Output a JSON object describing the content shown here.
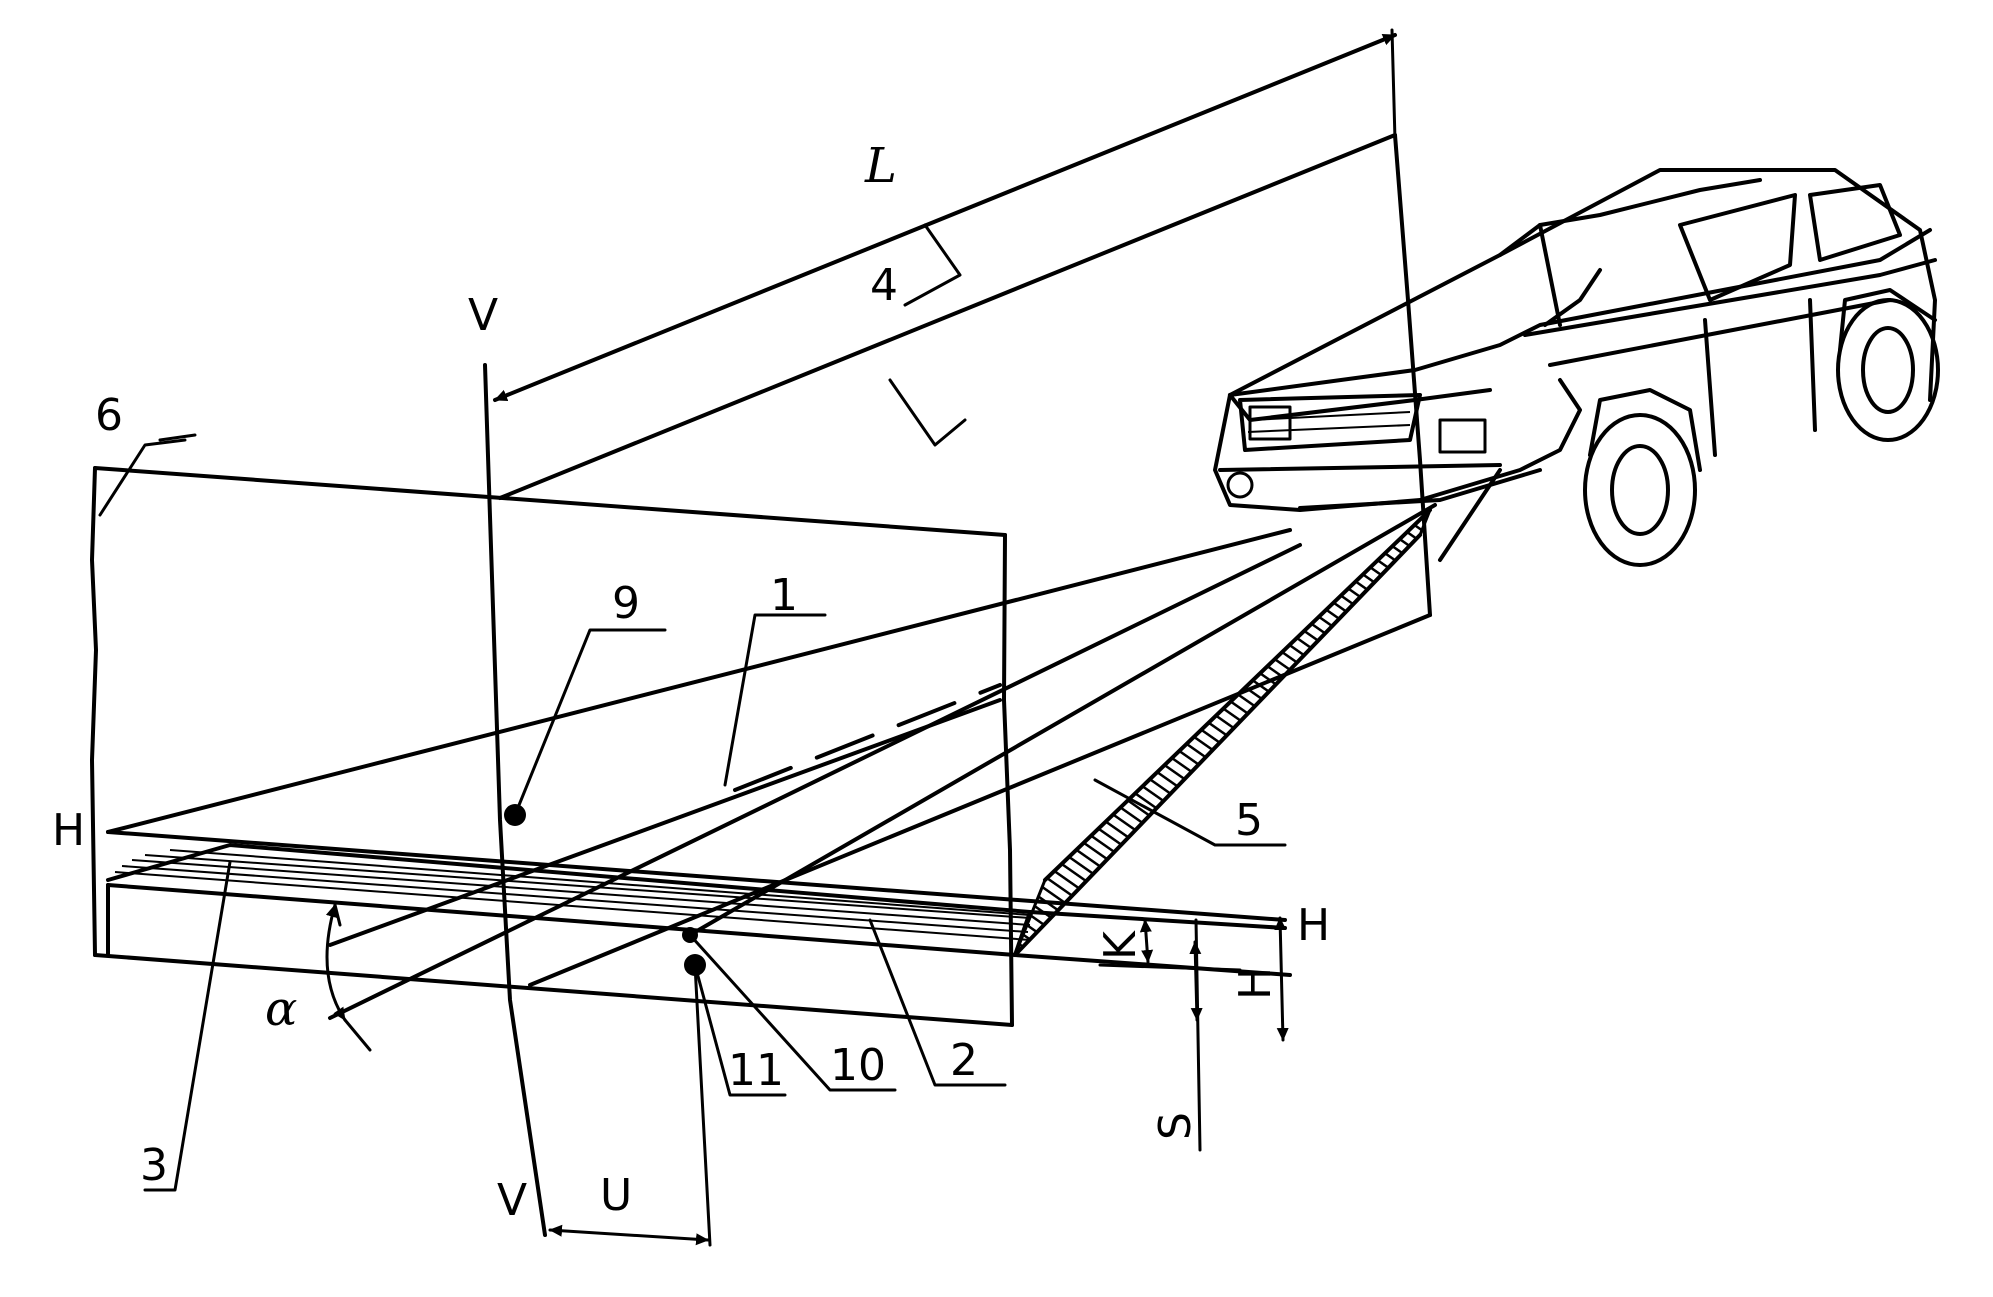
{
  "labels": {
    "n1": "1",
    "n2": "2",
    "n3": "3",
    "n4": "4",
    "n5": "5",
    "n6": "6",
    "n9": "9",
    "n10": "10",
    "n11": "11",
    "L": "L",
    "V_top": "V",
    "V_bottom": "V",
    "H_left": "H",
    "H_right": "H",
    "H_dim": "H",
    "K": "K",
    "S": "S",
    "U": "U",
    "alpha": "α"
  },
  "colors": {
    "ink": "#000000",
    "paper": "#ffffff"
  }
}
